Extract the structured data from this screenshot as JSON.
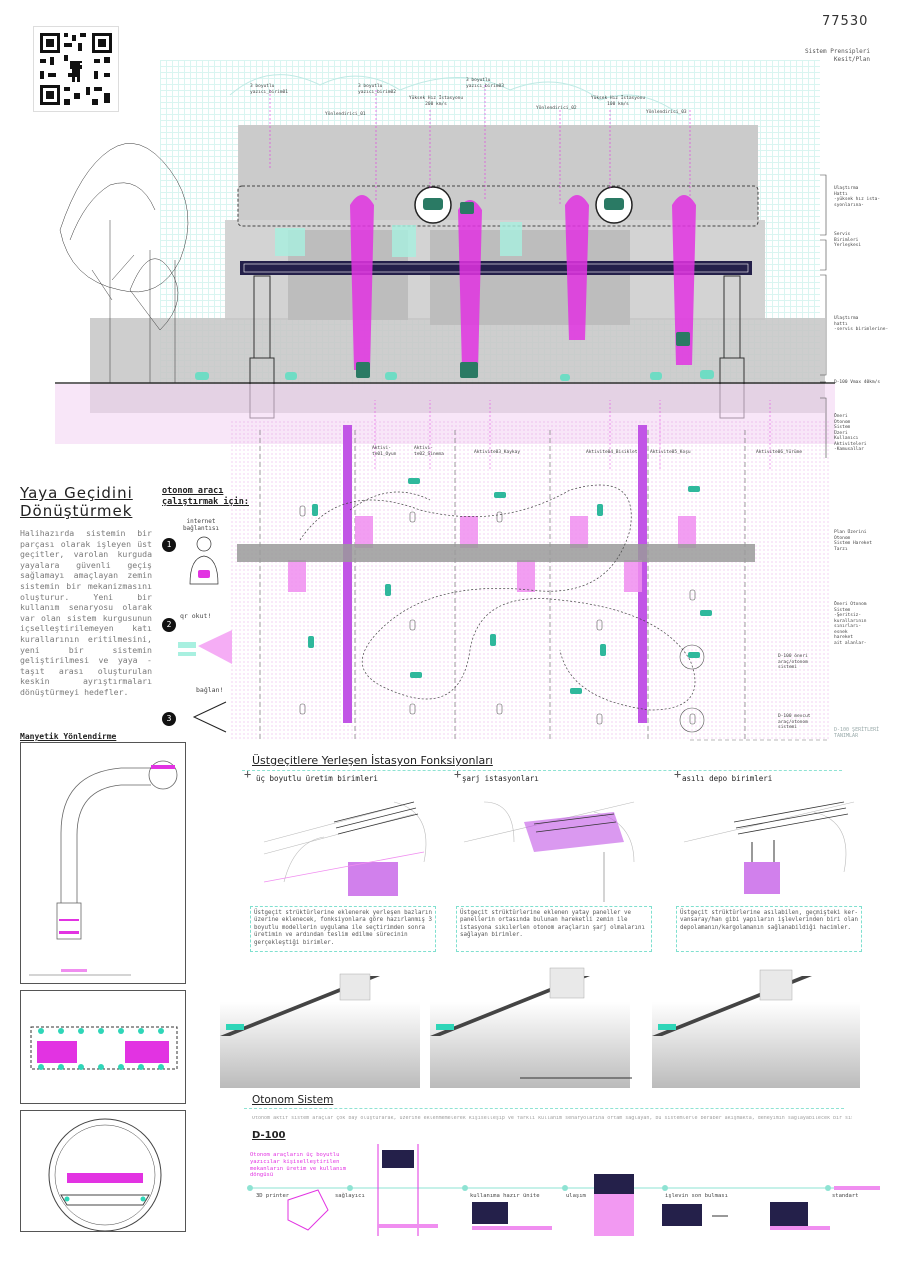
{
  "sheet_number": "77530",
  "header_subtitle": "Sistem Prensipleri\nKesit/Plan",
  "section_labels": {
    "l1": "3 boyutlu yazıcı_birim01",
    "l2": "3 boyutlu yazıcı_birim02",
    "l3": "3 boyutlu yazıcı_birim03",
    "y1": "Yönlendirici_01",
    "y2": "Yönlendirici_02",
    "y3": "Yönlendirici_03",
    "s1": "Yüksek Hız İstasyonu\n200 km/s",
    "s2": "Yüksek Hız İstasyonu\n100 km/s"
  },
  "right_notes": [
    "Ulaştırma\nHattı\n-yüksek hız ista-\nsyonlarına-",
    "Servis\nBirimleri\nYerleşkesi",
    "Ulaştırma\nhattı\n-servis birimlerine-",
    "D-100 Vmax 40km/s",
    "Öneri\nOtonom\nSistem\nÜzeri\nKullanıcı\nAktiviteleri\n-Kamusallar",
    "Plan Üzerini\nOtonom\nSistem Hareket\nTarzı",
    "Öneri Otonom\nSistem\n-Şeritsiz-\nkurallarının\nsınırları-\nesnek\nhareket\nait alanlar-",
    "D-100 ŞERİTLERİ\nTANIMLAR"
  ],
  "plan_small_labels": {
    "a1": "Aktivi-\nte01_Oyun",
    "a2": "Aktivi-\nte02_Sinema",
    "a3": "Aktivite03_Kaykay",
    "a4": "Aktivite04_Bisiklet",
    "a5": "Aktivite05_Koşu",
    "a6": "Aktivite06_Yürüme",
    "d1": "D-100 öneri\naraç/otonom\nsistemi",
    "d2": "D-100 mevcut\naraç/otonom\nsistemi"
  },
  "left": {
    "title": "Yaya Geçidini\nDönüştürmek",
    "body": "Halihazırda sistemin bir parçası olarak işleyen üst geçitler, varolan kurguda yayalara güvenli geçiş sağlamayı amaçlayan zemin sistemin bir mekanizmasını oluşturur. Yeni bir kullanım senaryosu olarak var olan sistem kurgusunun içselleştirilemeyen katı kurallarının eritilmesini, yeni bir sistemin geliştirilmesi ve yaya - taşıt arası oluşturulan keskin ayrıştırmaları dönüştürmeyi hedefler.",
    "detail_title": "Manyetik Yönlendirme\nSistem Detayı"
  },
  "steps": {
    "title": "otonom aracı\nçalıştırmak için:",
    "s1_num": "1",
    "s1_label": "internet\nbağlantısı",
    "s2_num": "2",
    "s2_label": "qr okut!",
    "s3_num": "3",
    "s3_label": "bağlan!"
  },
  "stations": {
    "title": "Üstgeçitlere Yerleşen İstasyon Fonksiyonları",
    "items": [
      {
        "label": "üç boyutlu üretim birimleri",
        "desc": "Üstgeçit strüktürlerine eklenerek yerleşen bazların üzerine eklenecek, fonksiyonlara göre hazırlanmış 3 boyutlu modellerin uygulama ile seçtirimden sonra üretimin ve ardından teslim edilme sürecinin gerçekleştiği birimler."
      },
      {
        "label": "şarj istasyonları",
        "desc": "Üstgeçit strüktürlerine eklenen yatay paneller ve panellerin ortasında bulunan hareketli zemin ile istasyona sıkılerlen otonom araçların şarj olmalarını sağlayan birimler."
      },
      {
        "label": "asılı depo birimleri",
        "desc": "Üstgeçit strüktürlerine asılabilen, geçmişteki ker-vansaray/han gibi yapıların işlevlerinden biri olan depolamanın/kargolamanın sağlanabildiği hacimler."
      }
    ]
  },
  "otonom": {
    "title": "Otonom Sistem",
    "subtitle": "Otonom aktif sistem araçlar çok bay oluşturarak, üzerine eklenmemelerek kişiselleşip ve farklı kullanım senaryolarına ortam sağlayan, bu sistemlerle beraber akışmakta, deneyimin sağlayabilecek bir sistemdir.",
    "d100": "D-100",
    "d100_desc": "Otonom araçların üç boyutlu yazıcılar kişiselleştirilen mekanların üretim ve kullanım döngüsü",
    "flow": [
      "3D printer",
      "sağlayıcı",
      "kullanıma hazır ünite",
      "ulaşım",
      "işlevin son bulması",
      "standart"
    ]
  },
  "colors": {
    "magenta": "#e233e2",
    "cyan": "#2fd6b8",
    "navy": "#24204a",
    "grey": "#c8c8c8"
  }
}
